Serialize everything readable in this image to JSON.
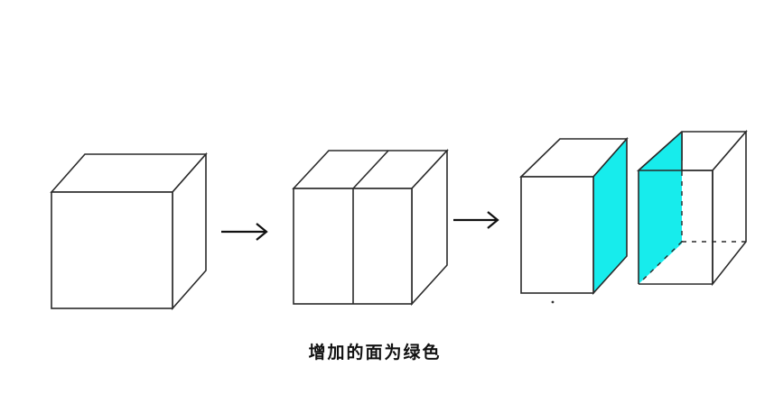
{
  "caption": "增加的面为绿色",
  "colors": {
    "highlight_face": "#17ecec",
    "line": "#2a2a2a",
    "background": "#ffffff"
  },
  "steps": [
    {
      "name": "original-cube"
    },
    {
      "name": "cube-with-cut-line"
    },
    {
      "name": "cube-split-apart"
    }
  ]
}
